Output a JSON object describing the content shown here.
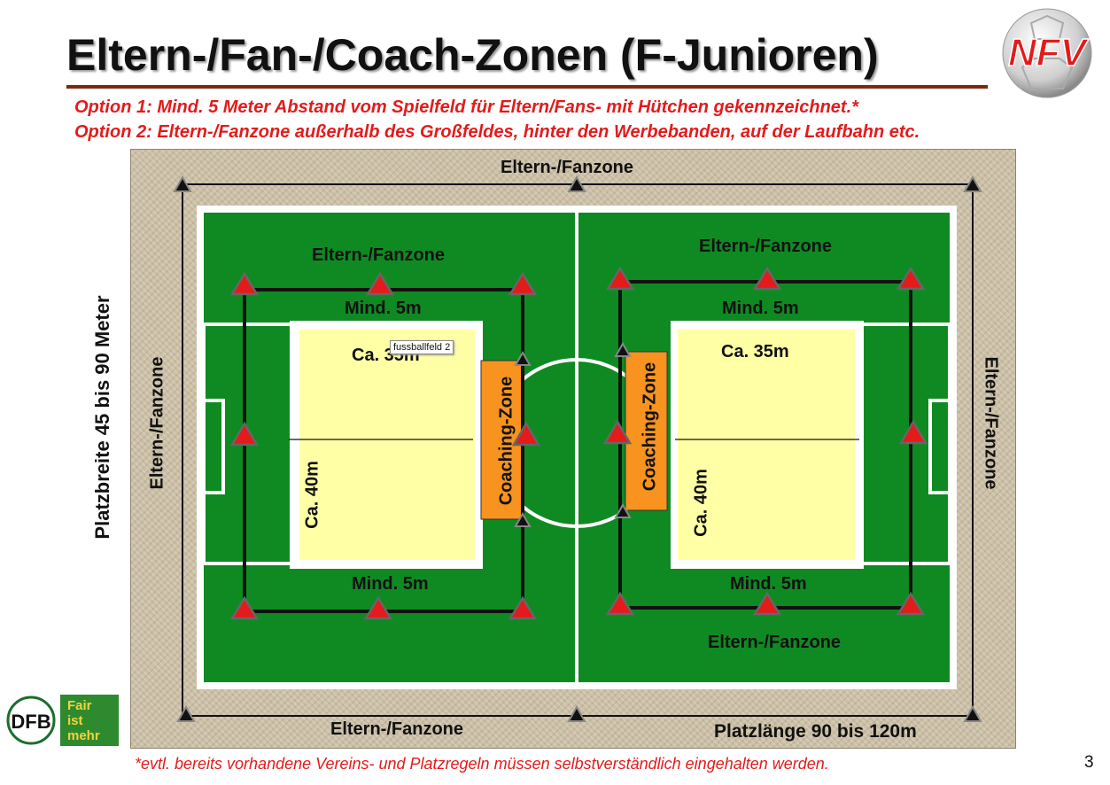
{
  "title": "Eltern-/Fan-/Coach-Zonen (F-Junioren)",
  "options": [
    "Option 1: Mind. 5 Meter Abstand vom Spielfeld für Eltern/Fans- mit Hütchen gekennzeichnet.*",
    "Option 2: Eltern-/Fanzone außerhalb des Großfeldes, hinter den Werbebanden, auf der Laufbahn etc."
  ],
  "logo": {
    "text": "NFV",
    "icon": "nfv-football-logo"
  },
  "field": {
    "outer_top_label": "Eltern-/Fanzone",
    "outer_bottom_label": "Eltern-/Fanzone",
    "outer_left_label": "Eltern-/Fanzone",
    "outer_right_label": "Eltern-/Fanzone",
    "width_label": "Platzbreite 45 bis 90 Meter",
    "length_label": "Platzlänge 90 bis 120m",
    "left_half": {
      "zone_label": "Eltern-/Fanzone",
      "top_distance": "Mind. 5m",
      "bottom_distance": "Mind. 5m",
      "length": "Ca. 35m",
      "width": "Ca. 40m",
      "coaching": "Coaching-Zone"
    },
    "right_half": {
      "zone_top_label": "Eltern-/Fanzone",
      "zone_bottom_label": "Eltern-/Fanzone",
      "top_distance": "Mind. 5m",
      "bottom_distance": "Mind. 5m",
      "length": "Ca. 35m",
      "width": "Ca. 40m",
      "coaching": "Coaching-Zone"
    },
    "tooltip": "fussballfeld 2"
  },
  "dfb_badge": {
    "line1": "Fair",
    "line2": "ist",
    "line3": "mehr"
  },
  "footnote": "*evtl. bereits vorhandene Vereins- und Platzregeln müssen selbstverständlich eingehalten werden.",
  "page_number": "3",
  "colors": {
    "title_red": "#e31b1b",
    "pitch_green": "#0f8a22",
    "sub_field": "#ffffa6",
    "coaching": "#f7931e",
    "cone_red": "#e31b1b"
  }
}
